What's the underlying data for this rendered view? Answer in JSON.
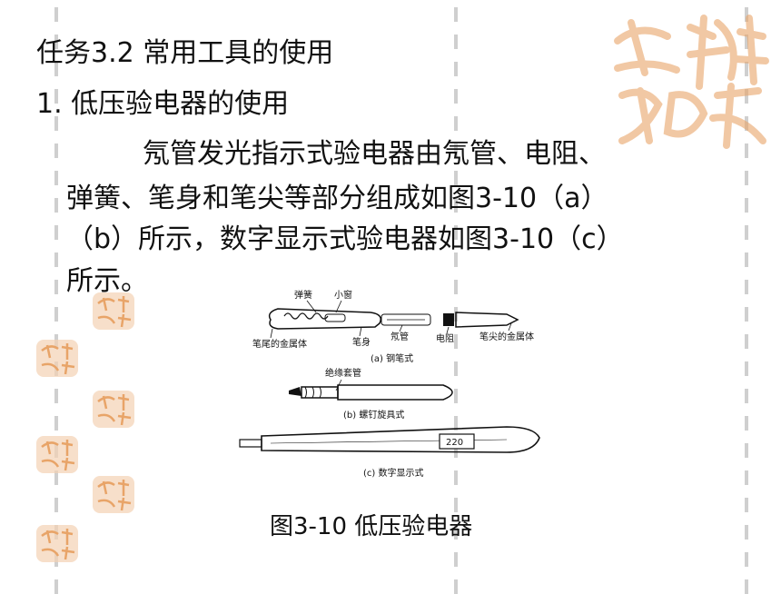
{
  "slide": {
    "title": "任务3.2 常用工具的使用",
    "subtitle": "1. 低压验电器的使用",
    "para": [
      "氖管发光指示式验电器由氖管、电阻、",
      "弹簧、笔身和笔尖等部分组成如图3-10（a）",
      "（b）所示，数字显示式验电器如图3-10（c）",
      "所示。"
    ]
  },
  "figure": {
    "caption": "图3-10  低压验电器",
    "a_labels": {
      "spring": "弹簧",
      "window": "小窗",
      "tail_metal": "笔尾的金属体",
      "body": "笔身",
      "neon": "氖管",
      "resistor": "电阻",
      "tip_metal": "笔尖的金属体",
      "sub": "(a) 钢笔式"
    },
    "b_labels": {
      "sleeve": "绝缘套管",
      "sub": "(b) 螺钉旋具式"
    },
    "c_labels": {
      "display": "220",
      "sub": "(c) 数字显示式"
    }
  },
  "decor": {
    "seal_color": "#e8a468",
    "seal_icon": "seal-stamp-icon"
  }
}
